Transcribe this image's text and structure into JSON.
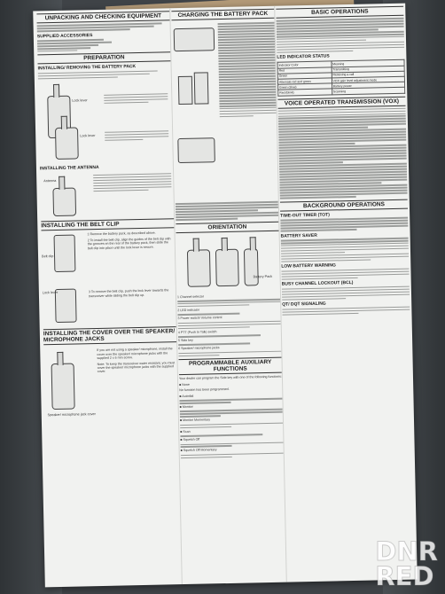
{
  "document": {
    "col1": {
      "header_top": "UNPACKING AND CHECKING EQUIPMENT",
      "supplied_accessories": "SUPPLIED ACCESSORIES",
      "preparation": "PREPARATION",
      "battery_heading": "INSTALLING/ REMOVING THE BATTERY PACK",
      "lock_lever": "Lock lever",
      "antenna_heading": "INSTALLING THE ANTENNA",
      "antenna_label": "Antenna",
      "belt_heading": "INSTALLING THE BELT CLIP",
      "belt_clip": "Belt clip",
      "belt_lock_lever": "Lock lever",
      "belt_step1": "1  Remove the battery pack, as described above.",
      "belt_step2": "2  To install the belt clip, align the guides of the belt clip with the grooves on the rear of the battery pack, then slide the belt clip into place until the lock lever is secure.",
      "belt_step3": "3  To remove the belt clip, push the lock lever towards the transceiver while sliding the belt clip up.",
      "cover_heading": "INSTALLING THE COVER OVER THE SPEAKER/ MICROPHONE JACKS",
      "cover_text": "If you are not using a speaker/ microphone, install the cover over the speaker/ microphone jacks with the supplied 2 x 6 mm screw.",
      "cover_note": "Note: To keep the transceiver water resistant, you must cover the speaker/ microphone jacks with the supplied cover.",
      "jack_cover_label": "Speaker/ microphone jack cover"
    },
    "col2": {
      "charging_heading": "CHARGING THE BATTERY PACK",
      "orientation_heading": "ORIENTATION",
      "battery_pack_label": "Battery Pack",
      "channel_selector": "1  Channel selector",
      "led_indicator": "2  LED indicator",
      "power_switch": "3  Power switch/ Volume control",
      "ptt_switch": "4  PTT (Push to Talk) switch",
      "side_key": "5  Side key",
      "speaker_jacks": "6  Speaker/ microphone jacks",
      "programmable_heading": "PROGRAMMABLE AUXILIARY FUNCTIONS",
      "intro": "Your dealer can program the Side key with one of the following functions:",
      "func_none": "■ None",
      "func_none_text": "No function has been programmed.",
      "func_autodial": "■ Autodial",
      "func_monitor_mom": "■ Monitor",
      "func_monitor_toggle": "■ Monitor Momentary",
      "func_scan": "■ Scan",
      "func_squelch_off": "■ Squelch Off",
      "func_squelch_mom": "■ Squelch Off Momentary"
    },
    "col3": {
      "basic_ops": "BASIC OPERATIONS",
      "led_status": "LED Indicator Status",
      "led_col1": "Indicator Color",
      "led_col2": "Meaning",
      "led_rows": [
        [
          "Red",
          "Transmitting"
        ],
        [
          "Green",
          "Receiving a call"
        ],
        [
          "Alternate red and green",
          "VOX gain level adjustment mode"
        ],
        [
          "Green (slow)",
          "Battery power"
        ],
        [
          "Red (blink)",
          "Scanning"
        ]
      ],
      "vox_heading": "VOICE OPERATED TRANSMISSION (VOX)",
      "background_ops": "BACKGROUND OPERATIONS",
      "tot_heading": "TIME-OUT TIMER (TOT)",
      "battery_saver": "BATTERY SAVER",
      "low_battery": "LOW BATTERY WARNING",
      "bcl_heading": "BUSY CHANNEL LOCKOUT (BCL)",
      "qt_heading": "QT/ DQT SIGNALING"
    }
  },
  "watermark": {
    "line1": "DNR",
    "line2": "RED"
  }
}
